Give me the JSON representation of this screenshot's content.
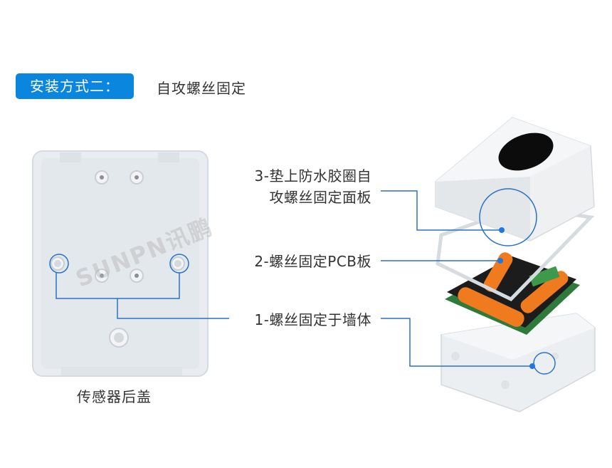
{
  "header": {
    "badge_label": "安装方式二：",
    "subtitle": "自攻螺丝固定"
  },
  "left_panel": {
    "caption": "传感器后盖",
    "watermark": "SUNPN讯鹏"
  },
  "callouts": [
    {
      "id": 3,
      "line1": "3-垫上防水胶圈自",
      "line2": "攻螺丝固定面板"
    },
    {
      "id": 2,
      "text": "2-螺丝固定PCB板"
    },
    {
      "id": 1,
      "text": "1-螺丝固定于墙体"
    }
  ],
  "colors": {
    "accent": "#0a86df",
    "callout_line": "#2a72c8",
    "text": "#333333",
    "battery": "#f07a1e",
    "pcb": "#2d7a3a"
  }
}
